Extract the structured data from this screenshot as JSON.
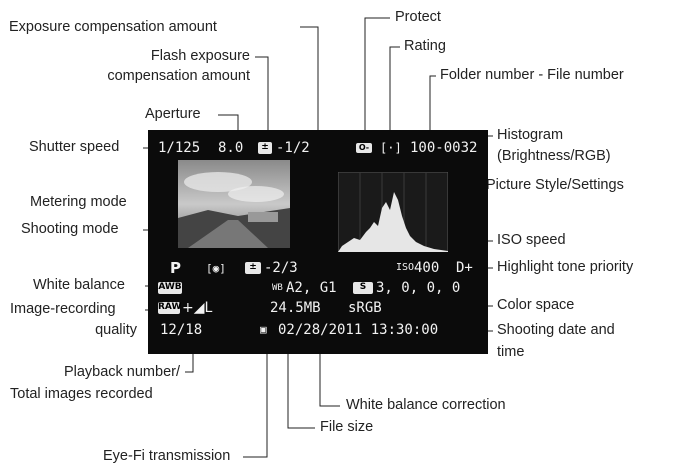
{
  "labels": {
    "exposure_comp": "Exposure compensation amount",
    "flash_comp_1": "Flash exposure",
    "flash_comp_2": "compensation amount",
    "aperture": "Aperture",
    "shutter": "Shutter speed",
    "metering": "Metering mode",
    "shooting_mode": "Shooting mode",
    "white_balance": "White balance",
    "quality_1": "Image-recording",
    "quality_2": "quality",
    "playback_1": "Playback number/",
    "playback_2": "Total images recorded",
    "eyefi": "Eye-Fi transmission",
    "protect": "Protect",
    "rating": "Rating",
    "folder": "Folder number - File number",
    "histogram_1": "Histogram",
    "histogram_2": "(Brightness/RGB)",
    "picture_style": "Picture Style/Settings",
    "iso": "ISO speed",
    "highlight": "Highlight tone priority",
    "color_space": "Color space",
    "datetime_1": "Shooting date and",
    "datetime_2": "time",
    "wb_correction": "White balance correction",
    "file_size": "File size"
  },
  "screen": {
    "shutter": "1/125",
    "aperture": "8.0",
    "exp_comp": "-1/2",
    "exp_comp_icon": "±",
    "protect_icon": "O-",
    "rating_icon": "[·]",
    "folder_file": "100-0032",
    "mode": "P",
    "metering_icon": "[◉]",
    "flash_icon": "±",
    "flash_comp": "-2/3",
    "wb_icon": "AWB",
    "wb_shift": "A2, G1",
    "wb_shift_prefix": "WB",
    "iso_prefix": "ISO",
    "iso": "400",
    "highlight": "D+",
    "ps_icon": "S",
    "ps_settings": "3,  0,  0,  0",
    "raw_icon": "RAW",
    "quality_rest": "+◢L",
    "file_size": "24.5MB",
    "color_space": "sRGB",
    "playback": "12/18",
    "eyefi_icon": "▣",
    "datetime": "02/28/2011 13:30:00"
  }
}
